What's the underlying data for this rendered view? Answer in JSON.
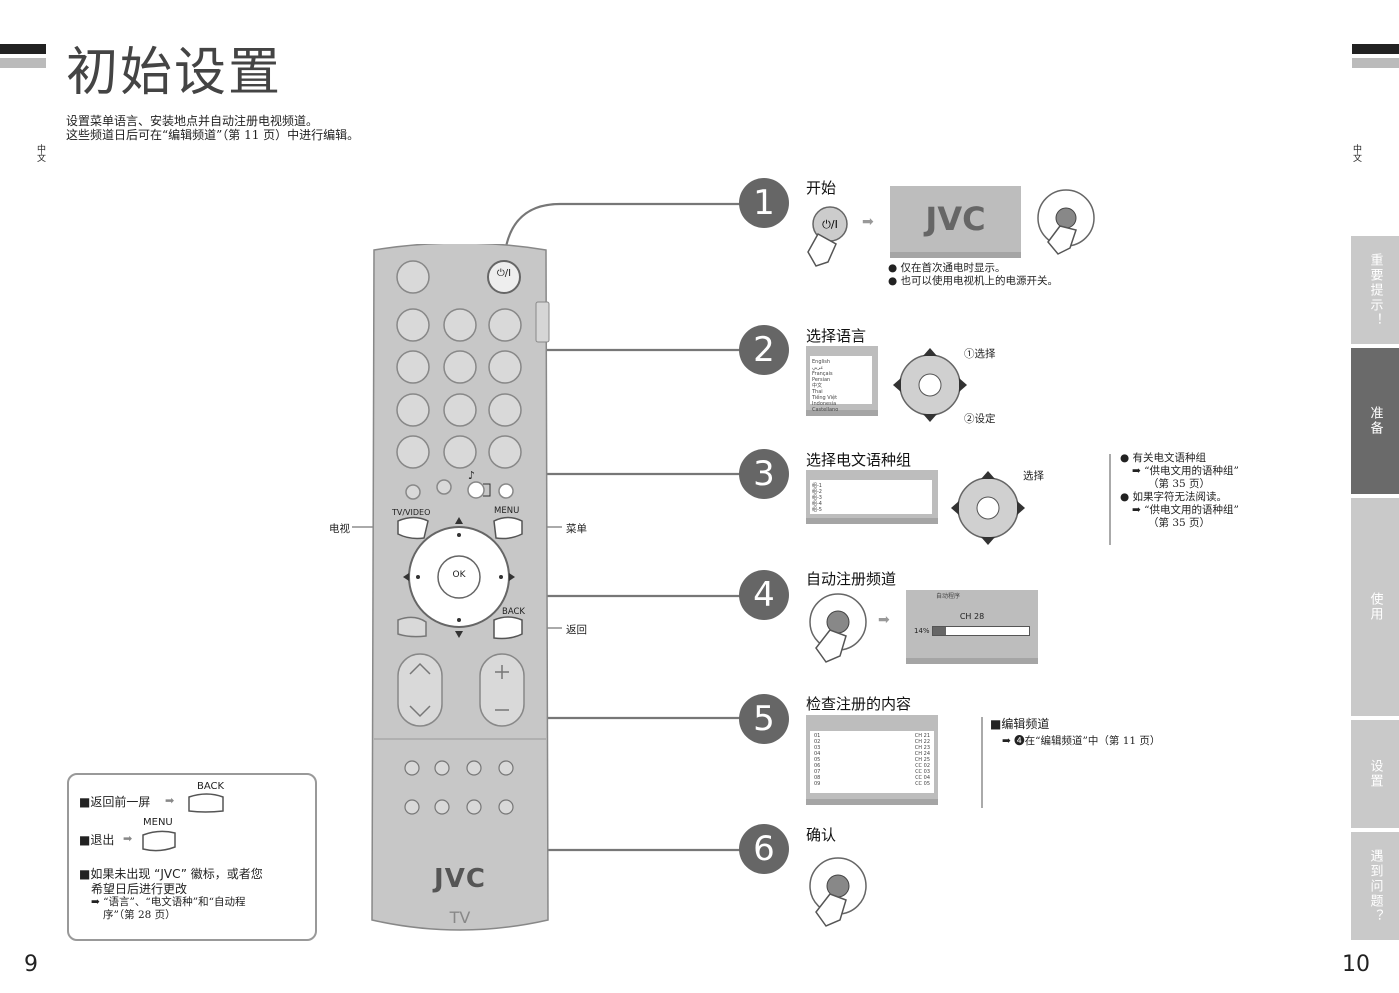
{
  "page": {
    "title": "初始设置",
    "intro_line1": "设置菜单语言、安装地点并自动注册电视频道。",
    "intro_line2": "这些频道日后可在“编辑频道”（第 11 页）中进行编辑。",
    "lang_label": "中文",
    "page_left": "9",
    "page_right": "10"
  },
  "tabs": [
    {
      "label": "重要提示！"
    },
    {
      "label": "准备"
    },
    {
      "label": "使用"
    },
    {
      "label": "设置"
    },
    {
      "label": "遇到问题？"
    }
  ],
  "remote": {
    "power_label": "⏻/I",
    "tv_video_label": "TV/VIDEO",
    "menu_label": "MENU",
    "back_label": "BACK",
    "ok_label": "OK",
    "brand": "JVC",
    "tv_label": "TV",
    "callout_tv": "电视",
    "callout_menu": "菜单",
    "callout_back": "返回"
  },
  "steps": [
    {
      "num": "1",
      "title": "开始",
      "notes": [
        "● 仅在首次通电时显示。",
        "● 也可以使用电视机上的电源开关。"
      ],
      "screen_brand": "JVC"
    },
    {
      "num": "2",
      "title": "选择语言",
      "label_select": "①选择",
      "label_set": "②设定",
      "menu_items": [
        "English",
        "عربي",
        "Français",
        "Persian",
        "中文",
        "Thai",
        "Tiếng Việt",
        "Indonesia",
        "Castellano"
      ]
    },
    {
      "num": "3",
      "title": "选择电文语种组",
      "label_select": "选择",
      "menu_items": [
        "组-1",
        "组-2",
        "组-3",
        "组-4",
        "组-5"
      ],
      "side_notes": [
        "● 有关电文语种组",
        "➡ “供电文用的语种组”",
        "（第 35 页）",
        "● 如果字符无法阅读。",
        "➡ “供电文用的语种组”",
        "（第 35 页）"
      ]
    },
    {
      "num": "4",
      "title": "自动注册频道",
      "screen_title": "自动程序",
      "channel": "CH 28",
      "progress_text": "14%",
      "progress": 0.14
    },
    {
      "num": "5",
      "title": "检查注册的内容",
      "side_title": "■编辑频道",
      "side_text": "➡ ❹在“编辑频道”中（第 11 页）",
      "rows": [
        "01",
        "02",
        "03",
        "04",
        "05",
        "06",
        "07",
        "08",
        "09"
      ],
      "cols": [
        "CH 21",
        "CH 22",
        "CH 23",
        "CH 24",
        "CH 25",
        "CC 02",
        "CC 03",
        "CC 04",
        "CC 05"
      ]
    },
    {
      "num": "6",
      "title": "确认"
    }
  ],
  "help_box": {
    "line1": "■返回前一屏",
    "line2": "■退出",
    "line3a": "■如果未出现 “JVC” 徽标，或者您",
    "line3b": "希望日后进行更改",
    "line4a": "➡ “语言”、“电文语种”和“自动程",
    "line4b": "序”（第 28 页）",
    "back_label": "BACK",
    "menu_label": "MENU"
  },
  "colors": {
    "accent": "#666666",
    "tab_active": "#6a6a6a",
    "tab": "#c9c9c9"
  }
}
